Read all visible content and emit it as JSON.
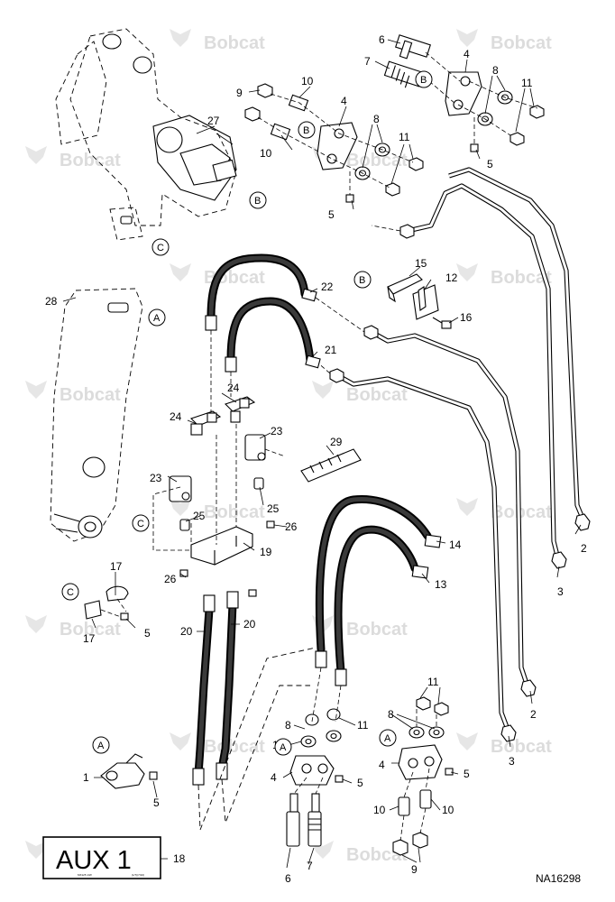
{
  "watermark": {
    "text": "Bobcat"
  },
  "callouts": [
    {
      "id": "c6a",
      "text": "6"
    },
    {
      "id": "c7a",
      "text": "7"
    },
    {
      "id": "c4a",
      "text": "4"
    },
    {
      "id": "c8a",
      "text": "8"
    },
    {
      "id": "c11a",
      "text": "11"
    },
    {
      "id": "c5a",
      "text": "5"
    },
    {
      "id": "c9a",
      "text": "9"
    },
    {
      "id": "c10a",
      "text": "10"
    },
    {
      "id": "c10b",
      "text": "10"
    },
    {
      "id": "c4b",
      "text": "4"
    },
    {
      "id": "c8b",
      "text": "8"
    },
    {
      "id": "c11b",
      "text": "11"
    },
    {
      "id": "c5b",
      "text": "5"
    },
    {
      "id": "c27",
      "text": "27"
    },
    {
      "id": "c28",
      "text": "28"
    },
    {
      "id": "c22",
      "text": "22"
    },
    {
      "id": "c21",
      "text": "21"
    },
    {
      "id": "c15",
      "text": "15"
    },
    {
      "id": "c12",
      "text": "12"
    },
    {
      "id": "c16",
      "text": "16"
    },
    {
      "id": "c24a",
      "text": "24"
    },
    {
      "id": "c24b",
      "text": "24"
    },
    {
      "id": "c23a",
      "text": "23"
    },
    {
      "id": "c23b",
      "text": "23"
    },
    {
      "id": "c29",
      "text": "29"
    },
    {
      "id": "c25a",
      "text": "25"
    },
    {
      "id": "c25b",
      "text": "25"
    },
    {
      "id": "c26a",
      "text": "26"
    },
    {
      "id": "c26b",
      "text": "26"
    },
    {
      "id": "c19",
      "text": "19"
    },
    {
      "id": "c14",
      "text": "14"
    },
    {
      "id": "c13",
      "text": "13"
    },
    {
      "id": "c2a",
      "text": "2"
    },
    {
      "id": "c3a",
      "text": "3"
    },
    {
      "id": "c2b",
      "text": "2"
    },
    {
      "id": "c3b",
      "text": "3"
    },
    {
      "id": "c17a",
      "text": "17"
    },
    {
      "id": "c17b",
      "text": "17"
    },
    {
      "id": "c5c",
      "text": "5"
    },
    {
      "id": "c20a",
      "text": "20"
    },
    {
      "id": "c20b",
      "text": "20"
    },
    {
      "id": "c1",
      "text": "1"
    },
    {
      "id": "c5d",
      "text": "5"
    },
    {
      "id": "c18",
      "text": "18"
    },
    {
      "id": "c8c",
      "text": "8"
    },
    {
      "id": "c11c",
      "text": "11"
    },
    {
      "id": "c4c",
      "text": "4"
    },
    {
      "id": "c5e",
      "text": "5"
    },
    {
      "id": "c10c",
      "text": "10"
    },
    {
      "id": "c6b",
      "text": "6"
    },
    {
      "id": "c7b",
      "text": "7"
    },
    {
      "id": "c11d",
      "text": "11"
    },
    {
      "id": "c8d",
      "text": "8"
    },
    {
      "id": "c4d",
      "text": "4"
    },
    {
      "id": "c5f",
      "text": "5"
    },
    {
      "id": "c10d",
      "text": "10"
    },
    {
      "id": "c10e",
      "text": "10"
    },
    {
      "id": "c9b",
      "text": "9"
    }
  ],
  "refs": [
    {
      "id": "rB1",
      "text": "B"
    },
    {
      "id": "rB2",
      "text": "B"
    },
    {
      "id": "rB3",
      "text": "B"
    },
    {
      "id": "rC1",
      "text": "C"
    },
    {
      "id": "rA1",
      "text": "A"
    },
    {
      "id": "rB4",
      "text": "B"
    },
    {
      "id": "rC2",
      "text": "C"
    },
    {
      "id": "rC3",
      "text": "C"
    },
    {
      "id": "rA2",
      "text": "A"
    },
    {
      "id": "rA3",
      "text": "A"
    },
    {
      "id": "rA4",
      "text": "A"
    }
  ],
  "decal": {
    "text": "AUX 1",
    "fine_print_left": "MX125 1/W",
    "fine_print_right": "(1/7)(7/10)"
  },
  "figure_id": "NA16298"
}
